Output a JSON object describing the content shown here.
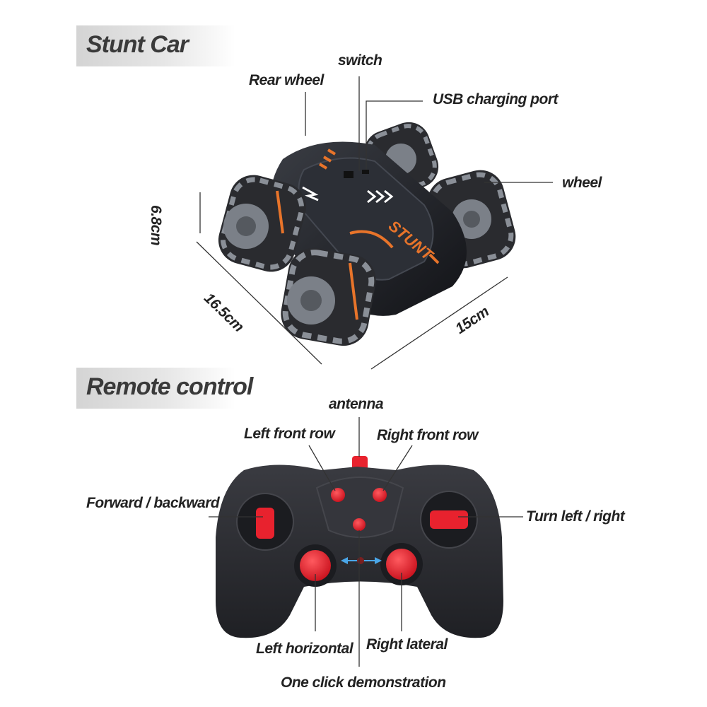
{
  "sections": {
    "car": {
      "title": "Stunt Car"
    },
    "remote": {
      "title": "Remote control"
    }
  },
  "car": {
    "labels": {
      "switch": "switch",
      "rear_wheel": "Rear wheel",
      "usb_port": "USB charging port",
      "wheel": "wheel"
    },
    "dimensions": {
      "height": "6.8cm",
      "length": "16.5cm",
      "width": "15cm"
    },
    "body_text": "STUNT",
    "colors": {
      "body": "#1d1f24",
      "wheel_tread": "#2a2b2f",
      "wheel_hub": "#7b8088",
      "accent": "#e8742a"
    }
  },
  "remote": {
    "labels": {
      "antenna": "antenna",
      "left_front_row": "Left front row",
      "right_front_row": "Right front row",
      "forward_backward": "Forward / backward",
      "turn_left_right": "Turn left / right",
      "left_horizontal": "Left horizontal",
      "right_lateral": "Right lateral",
      "one_click_demo": "One click demonstration"
    },
    "colors": {
      "body": "#2b2c31",
      "button": "#e8222e"
    }
  }
}
